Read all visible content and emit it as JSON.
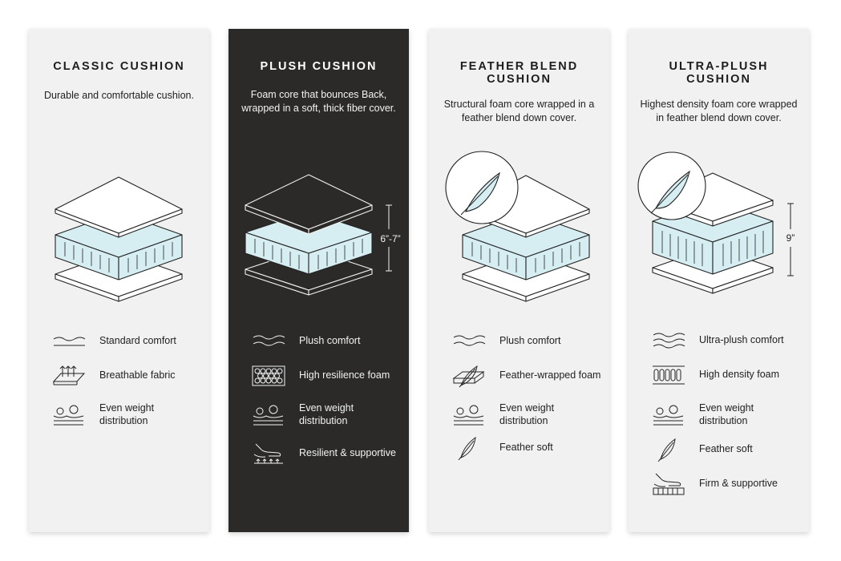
{
  "panels": [
    {
      "title": "CLASSIC CUSHION",
      "description": "Durable and comfortable cushion.",
      "features": [
        {
          "icon": "wave-icon",
          "label": "Standard comfort"
        },
        {
          "icon": "breathable-fabric-icon",
          "label": "Breathable fabric"
        },
        {
          "icon": "weight-distribution-icon",
          "label": "Even weight distribution"
        }
      ]
    },
    {
      "title": "PLUSH CUSHION",
      "description": "Foam core that bounces Back, wrapped in a soft, thick fiber cover.",
      "dimension": "6”-7”",
      "features": [
        {
          "icon": "wave-icon",
          "label": "Plush comfort"
        },
        {
          "icon": "honeycomb-foam-icon",
          "label": "High resilience foam"
        },
        {
          "icon": "weight-distribution-icon",
          "label": "Even weight distribution"
        },
        {
          "icon": "hand-press-icon",
          "label": "Resilient & supportive"
        }
      ]
    },
    {
      "title": "FEATHER BLEND CUSHION",
      "description": "Structural foam core wrapped in a feather blend down cover.",
      "features": [
        {
          "icon": "wave-icon",
          "label": "Plush comfort"
        },
        {
          "icon": "feather-wrapped-icon",
          "label": "Feather-wrapped foam"
        },
        {
          "icon": "weight-distribution-icon",
          "label": "Even weight distribution"
        },
        {
          "icon": "feather-icon",
          "label": "Feather soft"
        }
      ]
    },
    {
      "title": "ULTRA-PLUSH CUSHION",
      "description": "Highest density foam core wrapped in feather blend down cover.",
      "dimension": "9”",
      "features": [
        {
          "icon": "wave-icon",
          "label": "Ultra-plush comfort"
        },
        {
          "icon": "high-density-foam-icon",
          "label": "High density foam"
        },
        {
          "icon": "weight-distribution-icon",
          "label": "Even weight distribution"
        },
        {
          "icon": "feather-icon",
          "label": "Feather soft"
        },
        {
          "icon": "hand-press-icon",
          "label": "Firm & supportive"
        }
      ]
    }
  ],
  "colors": {
    "panel_light": "#f1f1f1",
    "panel_dark": "#2b2a29",
    "foam_blue": "#d6eef2",
    "line": "#222222"
  }
}
